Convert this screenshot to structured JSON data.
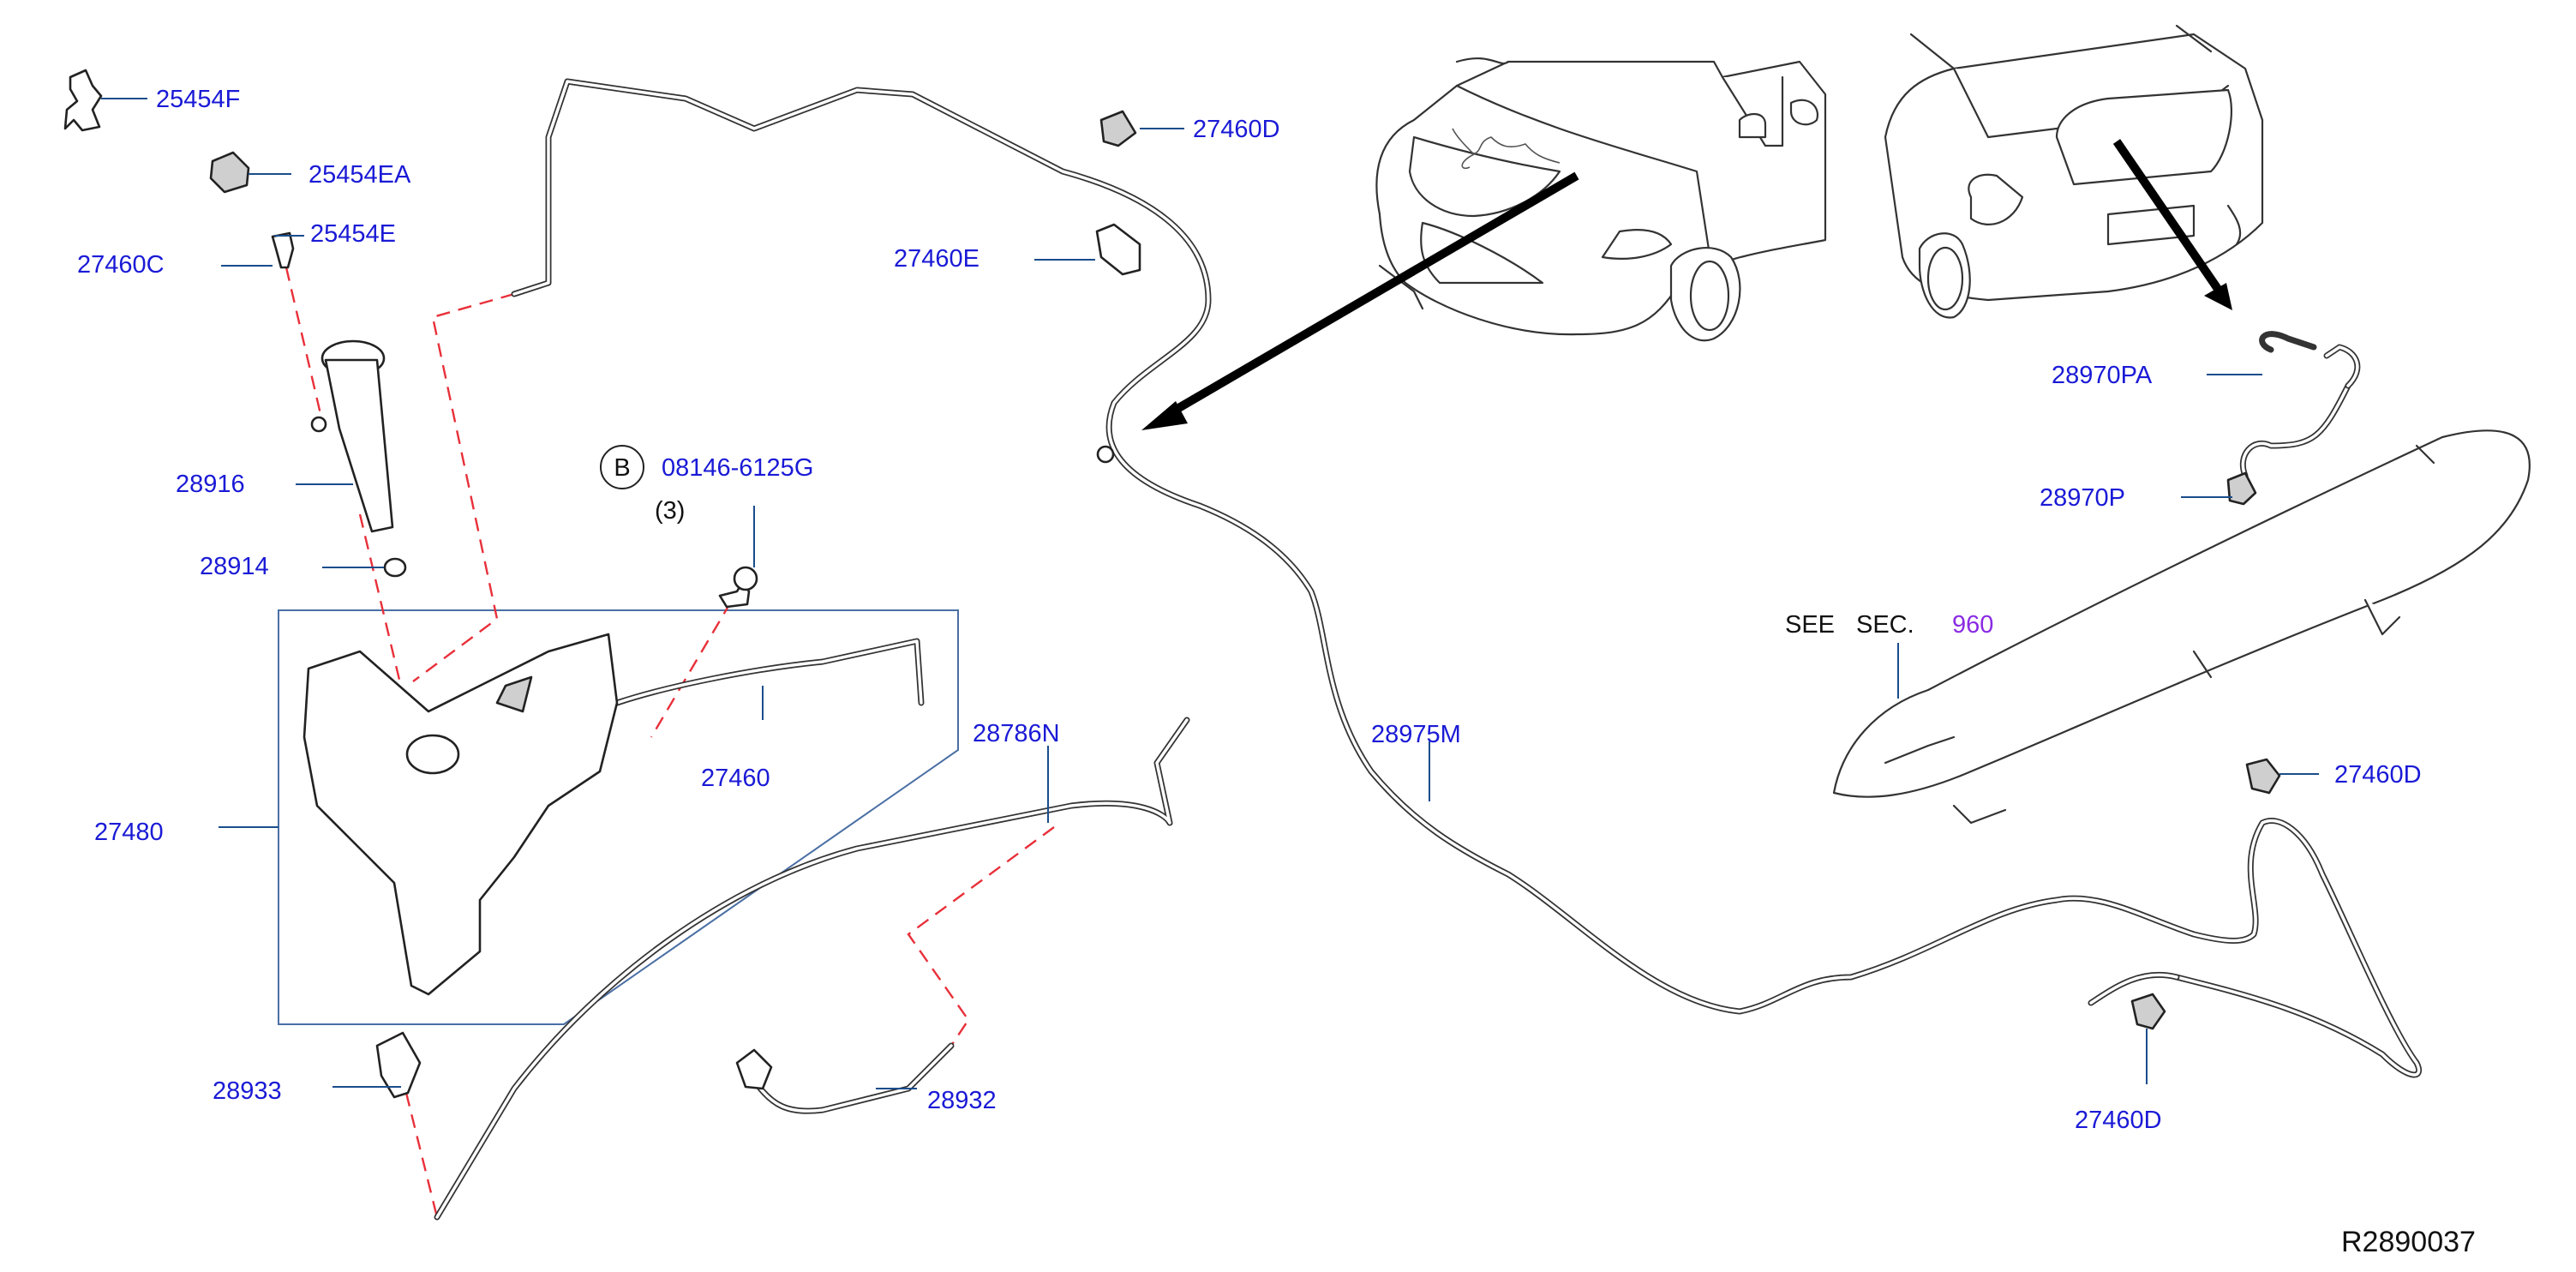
{
  "labels": {
    "p25454F": "25454F",
    "p25454EA": "25454EA",
    "p25454E": "25454E",
    "p27460C": "27460C",
    "p28916": "28916",
    "p28914": "28914",
    "p27480": "27480",
    "p28933": "28933",
    "p27460D_top": "27460D",
    "p27460E": "27460E",
    "b_circle": "B",
    "p08146_6125G": "08146-6125G",
    "qty": "(3)",
    "p27460": "27460",
    "p28786N": "28786N",
    "p28932": "28932",
    "p28975M": "28975M",
    "p28970PA": "28970PA",
    "p28970P": "28970P",
    "see": "SEE",
    "sec": "SEC.",
    "sec_num": "960",
    "p27460D_right": "27460D",
    "p27460D_bottom": "27460D",
    "ref_code": "R2890037"
  },
  "colors": {
    "label": "#1a1ad6",
    "section_ref": "#8a2be2",
    "dashed_lines": "#e8303a",
    "leader_lines": "#1a4d8c",
    "arrows": "#000000"
  }
}
